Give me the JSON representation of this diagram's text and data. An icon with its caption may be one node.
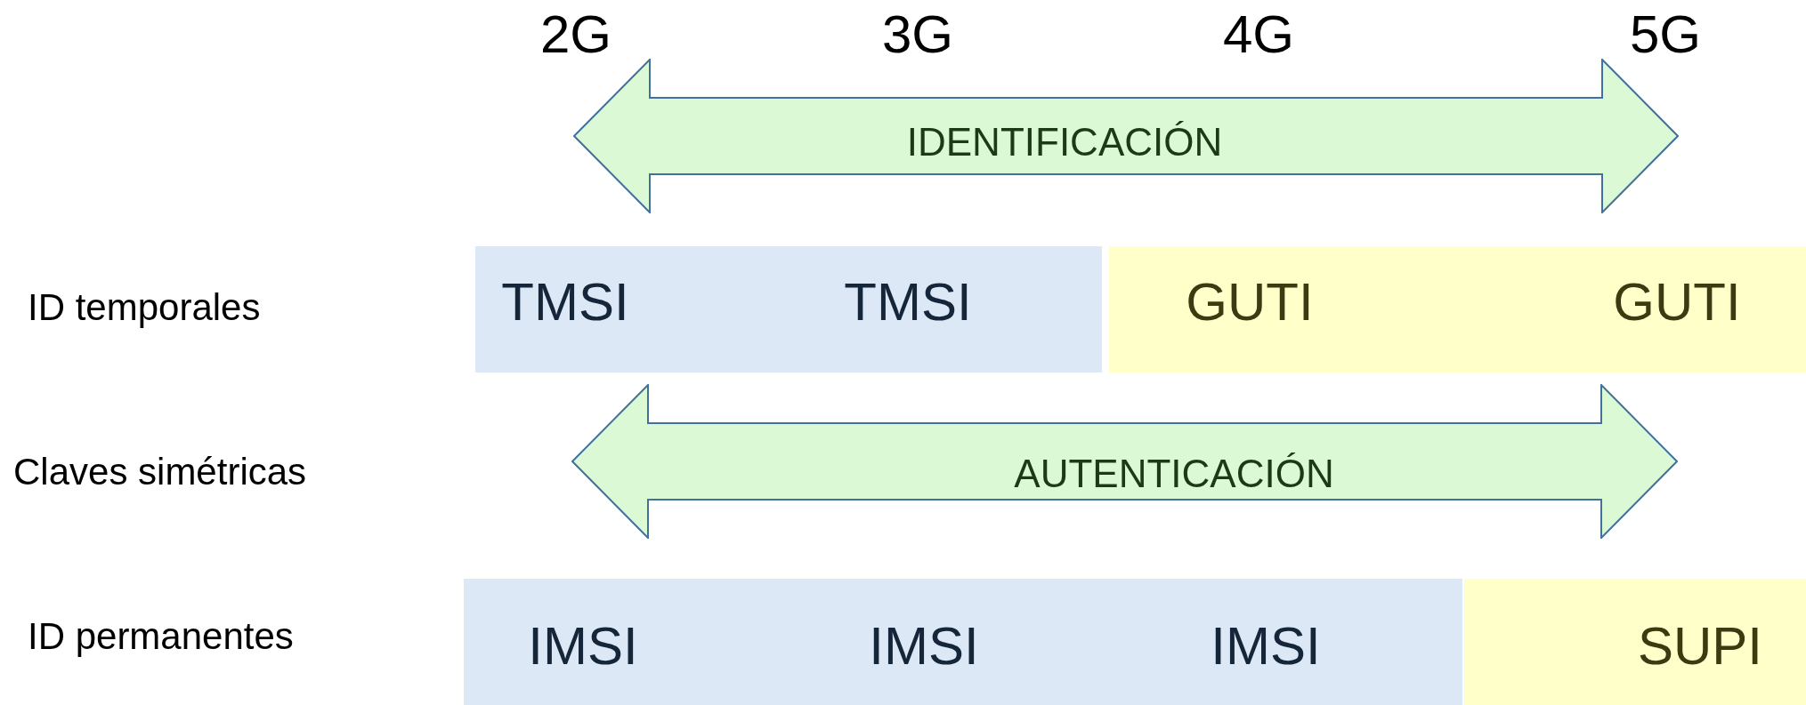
{
  "diagram": {
    "nodes": [
      {
        "text": [
          "IDENTIFICACIÓN"
        ]
      },
      {
        "text": [
          "TMSI",
          "TMSI"
        ]
      },
      {
        "text": [
          "GUTI",
          "GUTI"
        ]
      },
      {
        "text": [
          "AUTENTICACIÓN"
        ]
      },
      {
        "text": [
          "IMSI",
          "IMSI",
          "IMSI"
        ]
      },
      {
        "text": [
          "SUPI"
        ]
      }
    ],
    "labels": [
      "2G",
      "3G",
      "4G",
      "5G",
      "ID temporales",
      "Claves simétricas",
      "ID permanentes"
    ]
  }
}
